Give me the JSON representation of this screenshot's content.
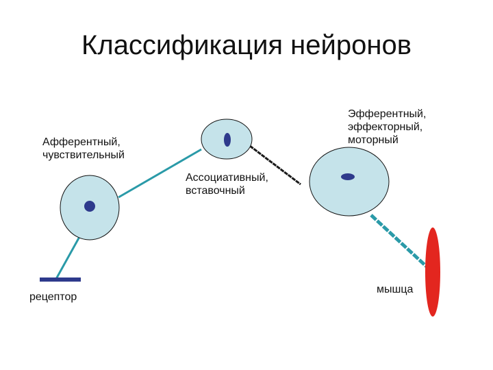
{
  "title": "Классификация нейронов",
  "labels": {
    "afferent_line1": "Афферентный,",
    "afferent_line2": "чувствительный",
    "associative_line1": "Ассоциативный,",
    "associative_line2": "вставочный",
    "efferent_line1": "Эфферентный,",
    "efferent_line2": "эффекторный,",
    "efferent_line3": "моторный",
    "receptor": "рецептор",
    "muscle": "мышца"
  },
  "colors": {
    "cell_fill": "#c5e3ea",
    "cell_stroke": "#111111",
    "nucleus": "#2e3a8c",
    "teal_fiber": "#2a9aa8",
    "dark_fiber": "#1a1a1a",
    "receptor": "#2e3a8c",
    "muscle": "#e3261f"
  }
}
